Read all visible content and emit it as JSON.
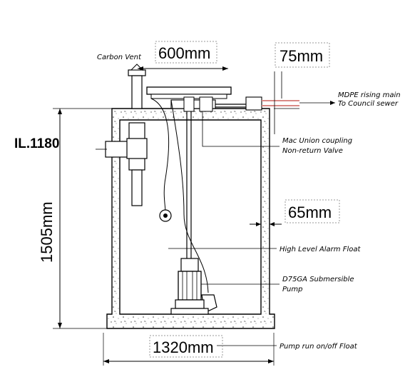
{
  "diagram": {
    "dimensions": {
      "vent_offset": "600mm",
      "pipe_size": "75mm",
      "invert_level": "IL.1180",
      "depth": "1505mm",
      "wall_thickness": "65mm",
      "width": "1320mm"
    },
    "labels": {
      "carbon_vent": "Carbon Vent",
      "rising_main_line1": "MDPE rising main",
      "rising_main_line2": "To Council sewer",
      "coupling_line1": "Mac Union coupling",
      "coupling_line2": "Non-return Valve",
      "alarm_float": "High Level Alarm Float",
      "pump_line1": "D75GA Submersible",
      "pump_line2": "Pump",
      "run_float": "Pump run on/off Float"
    },
    "colors": {
      "line": "#000000",
      "rising_main_pipe": "#d98a86",
      "concrete": "#ffffff",
      "dimension_box": "#9a9a9a"
    }
  }
}
